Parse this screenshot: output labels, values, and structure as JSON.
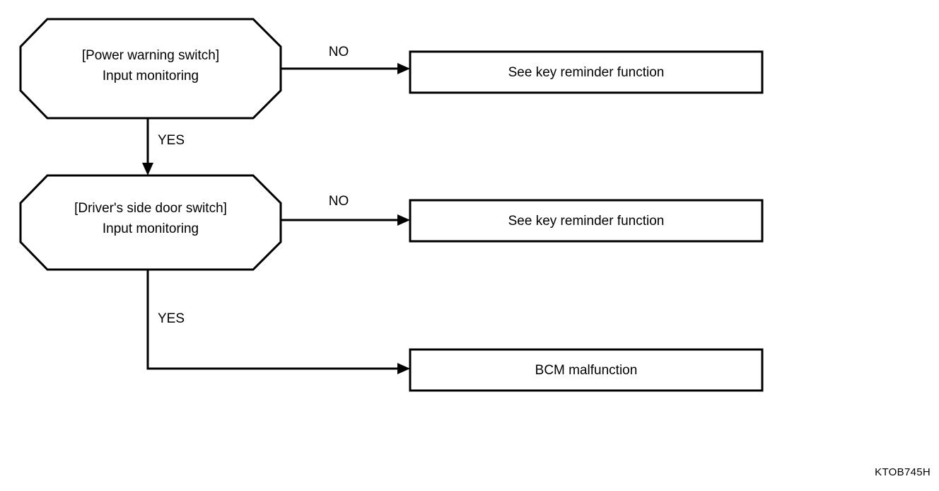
{
  "diagram": {
    "reference_code": "KTOB745H",
    "background_color": "#ffffff",
    "line_color": "#000000",
    "nodes": [
      {
        "id": "node-power-warning-switch",
        "shape": "octagon",
        "line1": "[Power warning switch]",
        "line2": "Input monitoring"
      },
      {
        "id": "node-driver-side-door-switch",
        "shape": "octagon",
        "line1": "[Driver's side door switch]",
        "line2": "Input monitoring"
      },
      {
        "id": "node-key-reminder-1",
        "shape": "rectangle",
        "line1": "See key reminder function"
      },
      {
        "id": "node-key-reminder-2",
        "shape": "rectangle",
        "line1": "See key reminder function"
      },
      {
        "id": "node-bcm-malfunction",
        "shape": "rectangle",
        "line1": "BCM malfunction"
      }
    ],
    "edges": [
      {
        "id": "edge-power-no",
        "label": "NO",
        "from": "node-power-warning-switch",
        "to": "node-key-reminder-1"
      },
      {
        "id": "edge-power-yes",
        "label": "YES",
        "from": "node-power-warning-switch",
        "to": "node-driver-side-door-switch"
      },
      {
        "id": "edge-door-no",
        "label": "NO",
        "from": "node-driver-side-door-switch",
        "to": "node-key-reminder-2"
      },
      {
        "id": "edge-door-yes",
        "label": "YES",
        "from": "node-driver-side-door-switch",
        "to": "node-bcm-malfunction"
      }
    ]
  }
}
